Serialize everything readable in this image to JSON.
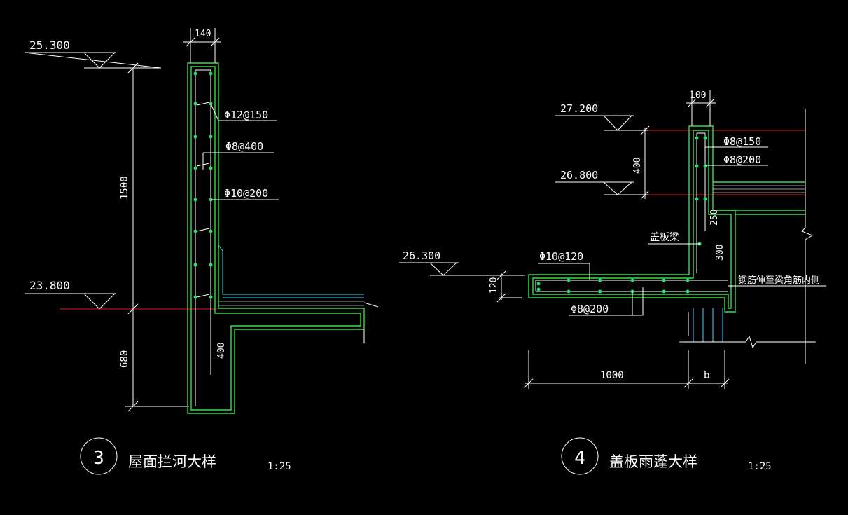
{
  "detail3": {
    "elevations": {
      "top": "25.300",
      "bottom": "23.800"
    },
    "dims": {
      "thickness": "140",
      "height_upper": "1500",
      "height_lower": "680",
      "beam_depth": "400"
    },
    "rebars": {
      "r1": "Φ12@150",
      "r2": "Φ8@400",
      "r3": "Φ10@200"
    },
    "number": "3",
    "title": "屋面拦河大样",
    "scale": "1:25"
  },
  "detail4": {
    "elevations": {
      "top": "27.200",
      "mid": "26.800",
      "low": "26.300"
    },
    "dims": {
      "thickness": "100",
      "height_upper": "400",
      "depth_250": "250",
      "depth_300": "300",
      "slab": "120",
      "length": "1000",
      "b": "b"
    },
    "rebars": {
      "r1": "Φ8@150",
      "r2": "Φ8@200",
      "r3": "Φ10@120",
      "r4": "Φ8@200"
    },
    "labels": {
      "beam": "盖板梁",
      "note": "钢筋伸至梁角筋内侧"
    },
    "number": "4",
    "title": "盖板雨蓬大样",
    "scale": "1:25"
  },
  "colors": {
    "background": "#000000",
    "line": "#ffffff",
    "concrete": "#3fd84a",
    "rebar_dot": "#22e06a",
    "level_line": "#e01818",
    "waterproof": "#38d8ff"
  }
}
